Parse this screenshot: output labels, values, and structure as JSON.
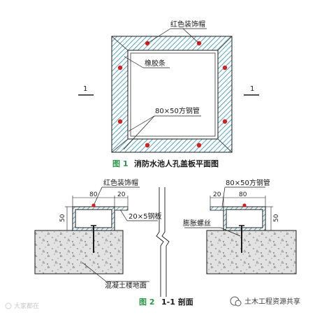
{
  "figure1": {
    "labels": {
      "red_cap": "红色装饰帽",
      "rubber_strip": "橡胶条",
      "steel_tube": "80×50方钢管"
    },
    "section_mark": "1",
    "caption_num": "图 1",
    "caption_text": "消防水池人孔盖板平面图"
  },
  "figure2": {
    "left": {
      "red_cap": "红色装饰帽",
      "plate": "20×5钢板",
      "dim_top_80": "80",
      "dim_top_20": "20",
      "dim_side_50": "50",
      "concrete": "混凝土楼地面"
    },
    "right": {
      "steel_tube": "80×50方钢管",
      "bolt": "膨胀螺丝",
      "dim_top_20": "20",
      "dim_top_80": "80",
      "dim_side_50": "50"
    },
    "caption_num": "图 2",
    "caption_text": "1-1 剖面"
  },
  "watermark": {
    "left": "大家都在",
    "right": "土木工程资源共享"
  },
  "colors": {
    "hatch": "#2c8fb7",
    "cap_red": "#d62020",
    "caption_green": "#2a9a4a"
  }
}
